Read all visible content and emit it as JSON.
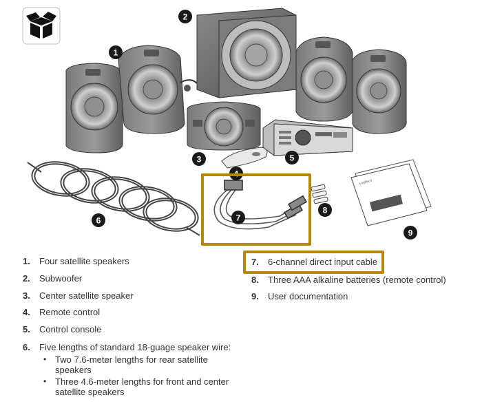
{
  "callouts": [
    "1",
    "2",
    "3",
    "4",
    "5",
    "6",
    "7",
    "8",
    "9"
  ],
  "booklet_text": "Logitech",
  "items": [
    {
      "num": "1.",
      "label": "Four satellite speakers"
    },
    {
      "num": "2.",
      "label": "Subwoofer"
    },
    {
      "num": "3.",
      "label": "Center satellite speaker"
    },
    {
      "num": "4.",
      "label": "Remote control"
    },
    {
      "num": "5.",
      "label": "Control console"
    },
    {
      "num": "6.",
      "label": "Five lengths of standard 18-guage speaker wire:"
    },
    {
      "num": "7.",
      "label": "6-channel direct input cable"
    },
    {
      "num": "8.",
      "label": "Three AAA alkaline batteries (remote control)"
    },
    {
      "num": "9.",
      "label": "User documentation"
    }
  ],
  "sub_items": [
    {
      "line1": "Two 7.6-meter lengths for rear satellite",
      "line2": "speakers"
    },
    {
      "line1": "Three 4.6-meter lengths for front and center",
      "line2": "satellite speakers"
    }
  ],
  "colors": {
    "highlight": "#b8860b",
    "badge": "#1a1a1a"
  }
}
